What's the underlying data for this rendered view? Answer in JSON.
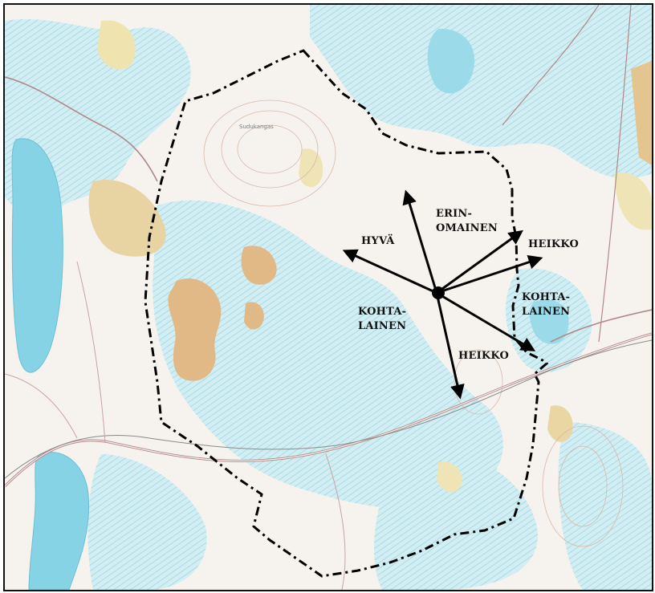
{
  "map": {
    "labels": {
      "hyva": "HYVÄ",
      "erinomainen_1": "ERIN-",
      "erinomainen_2": "OMAINEN",
      "heikko_ne": "HEIKKO",
      "kohtalainen_e_1": "KOHTA-",
      "kohtalainen_e_2": "LAINEN",
      "kohtalainen_w_1": "KOHTA-",
      "kohtalainen_w_2": "LAINEN",
      "heikko_s": "HEIKKO"
    },
    "place_names": {
      "sudukangas": "Sudukangas"
    },
    "colors": {
      "paper": "#f6f3ee",
      "water": "#bfe6ef",
      "lake": "#7fd0e6",
      "wetland": "#cfeef3",
      "field": "#f2e7b8",
      "sand": "#e0b987",
      "road": "#b48a8a",
      "boundary": "#000000",
      "arrow": "#000000"
    }
  }
}
